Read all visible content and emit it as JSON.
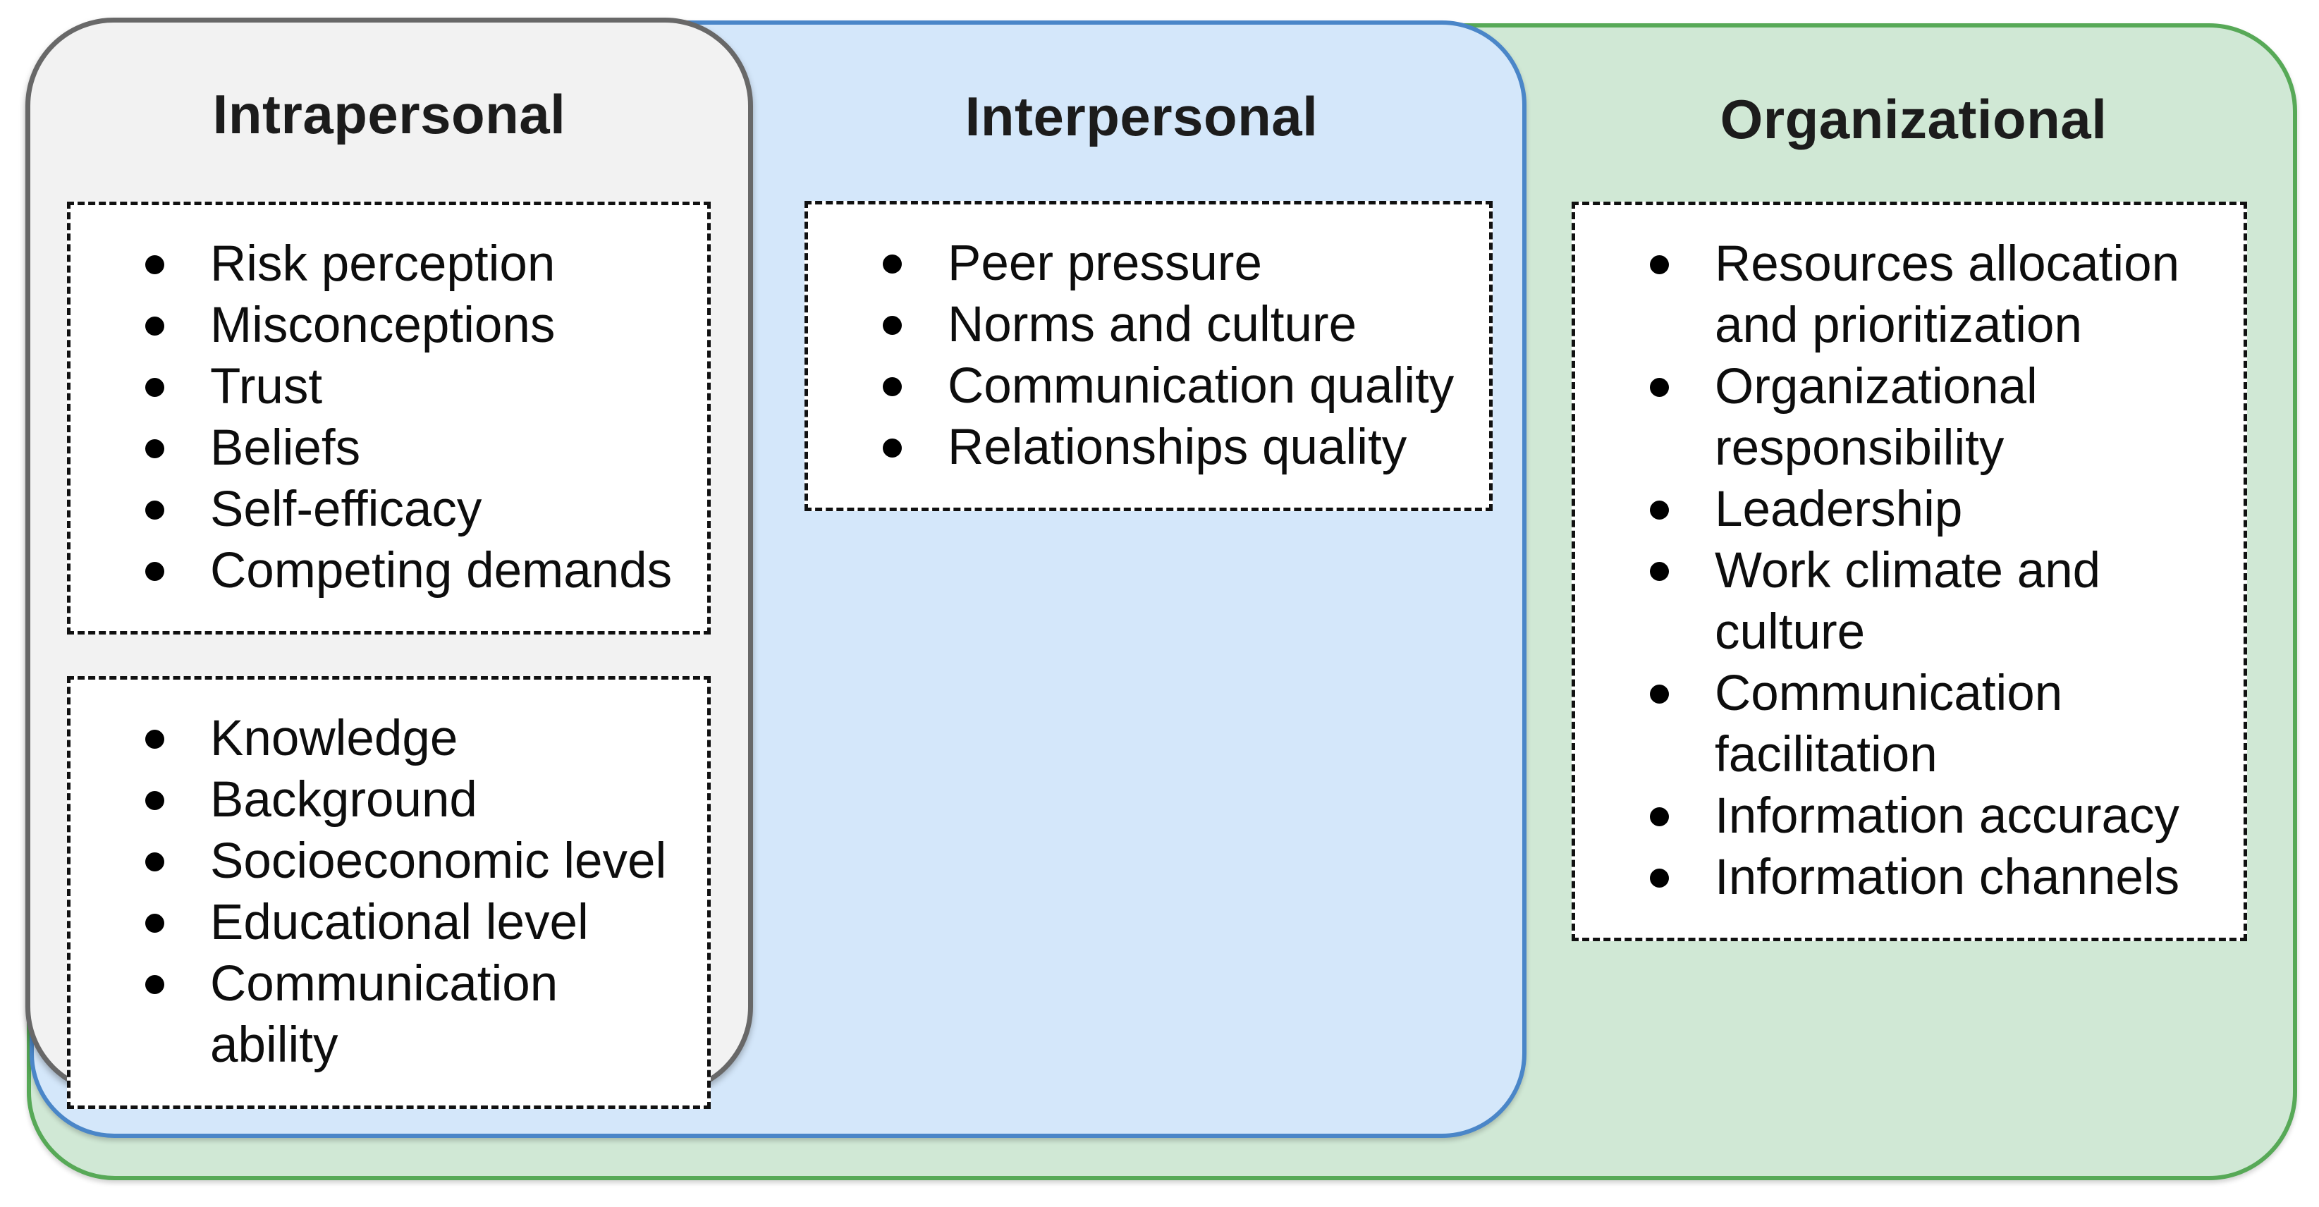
{
  "diagram": {
    "background_color": "#ffffff",
    "text_color": "#0d0d0d",
    "dashed_box_border_color": "#111111",
    "dashed_box_fill": "#ffffff",
    "panels": [
      {
        "title": "Intrapersonal",
        "fill": "#f2f2f2",
        "border": "#686868",
        "boxes": [
          {
            "items": [
              "Risk perception",
              "Misconceptions",
              "Trust",
              "Beliefs",
              "Self-efficacy",
              "Competing demands"
            ]
          },
          {
            "items": [
              "Knowledge",
              "Background",
              "Socioeconomic level",
              "Educational level",
              "Communication ability"
            ]
          }
        ]
      },
      {
        "title": "Interpersonal",
        "fill": "#d4e7fa",
        "border": "#4a86c8",
        "boxes": [
          {
            "items": [
              "Peer pressure",
              "Norms and culture",
              "Communication quality",
              "Relationships quality"
            ]
          }
        ]
      },
      {
        "title": "Organizational",
        "fill": "#d0e8d5",
        "border": "#57a957",
        "boxes": [
          {
            "items": [
              "Resources allocation and prioritization",
              "Organizational responsibility",
              "Leadership",
              "Work climate and culture",
              "Communication facilitation",
              "Information accuracy",
              "Information channels"
            ]
          }
        ]
      }
    ]
  }
}
